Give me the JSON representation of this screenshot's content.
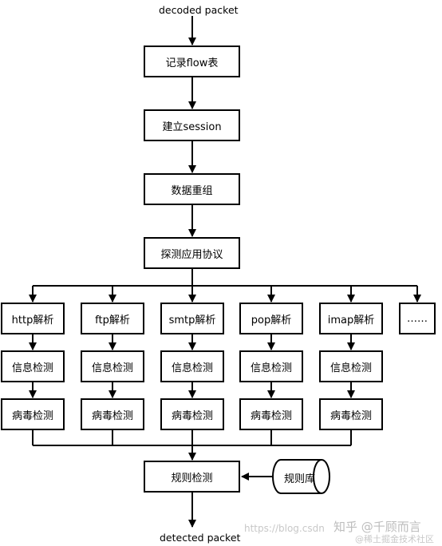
{
  "input_label": "decoded packet",
  "output_label": "detected packet",
  "pipeline": {
    "record_flow": "记录flow表",
    "build_session": "建立session",
    "reassembly": "数据重组",
    "detect_protocol": "探测应用协议"
  },
  "branches": [
    {
      "parser": "http解析",
      "info": "信息检测",
      "virus": "病毒检测"
    },
    {
      "parser": "ftp解析",
      "info": "信息检测",
      "virus": "病毒检测"
    },
    {
      "parser": "smtp解析",
      "info": "信息检测",
      "virus": "病毒检测"
    },
    {
      "parser": "pop解析",
      "info": "信息检测",
      "virus": "病毒检测"
    },
    {
      "parser": "imap解析",
      "info": "信息检测",
      "virus": "病毒检测"
    }
  ],
  "more_label": "……",
  "rule_check": "规则检测",
  "rule_db": "规则库",
  "watermark": {
    "url": "https://blog.csdn",
    "brand": "知乎 @千顾而言",
    "credit": "@稀土掘金技术社区"
  }
}
